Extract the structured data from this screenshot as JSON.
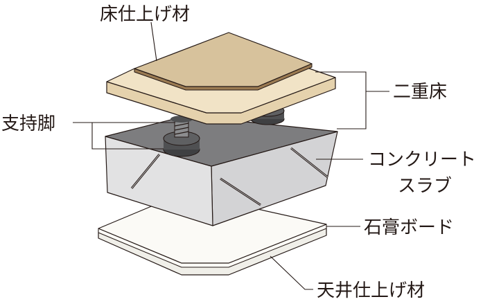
{
  "labels": {
    "floor_finish": "床仕上げ材",
    "raised_floor": "二重床",
    "support_leg": "支持脚",
    "concrete_slab_line1": "コンクリート",
    "concrete_slab_line2": "スラブ",
    "gypsum_board": "石膏ボード",
    "ceiling_finish": "天井仕上げ材"
  },
  "colors": {
    "finish_top": "#d7c29c",
    "finish_edge": "#9a7a52",
    "board_top": "#f1e3c6",
    "board_edge": "#e5d2ad",
    "slab_top": "#7d7d7f",
    "slab_front": "#e2e2e3",
    "slab_side": "#d3d3d5",
    "leg_dark": "#4f5052",
    "gypsum_top": "#fbfaf6",
    "ceiling_edge": "#f0efe9",
    "line": "#231815"
  }
}
